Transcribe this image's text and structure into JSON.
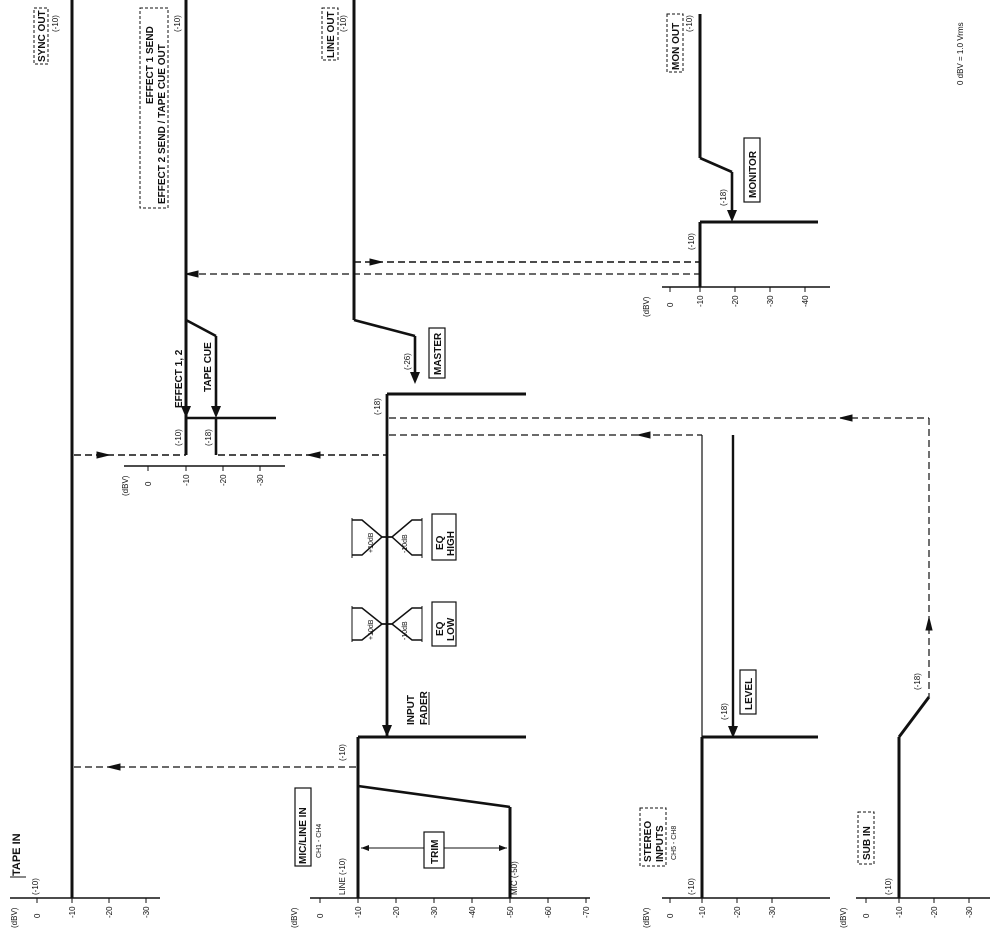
{
  "units_note": "0 dBV = 1.0 Vrms",
  "axis_unit": "(dBV)",
  "scales": {
    "tape_in": [
      "0",
      "-10",
      "-20",
      "-30"
    ],
    "mic_line": [
      "0",
      "-10",
      "-20",
      "-30",
      "-40",
      "-50",
      "-60",
      "-70"
    ],
    "effect": [
      "0",
      "-10",
      "-20",
      "-30"
    ],
    "monitor": [
      "0",
      "-10",
      "-20",
      "-30",
      "-40"
    ],
    "stereo": [
      "0",
      "-10",
      "-20",
      "-30"
    ],
    "sub": [
      "0",
      "-10",
      "-20",
      "-30"
    ]
  },
  "inputs": {
    "tape_in": "TAPE IN",
    "mic_line_in": "MIC/LINE IN",
    "mic_line_channels": "CH1 - CH4",
    "stereo_inputs_1": "STEREO",
    "stereo_inputs_2": "INPUTS",
    "stereo_channels": "CH5 - CH8",
    "sub_in": "SUB IN"
  },
  "outputs": {
    "sync_out": "SYNC OUT",
    "effect_send_1": "EFFECT 1 SEND",
    "effect_send_2": "EFFECT 2 SEND / TAPE CUE OUT",
    "line_out": "LINE OUT",
    "mon_out": "MON OUT"
  },
  "controls": {
    "trim": "TRIM",
    "input_fader_1": "INPUT",
    "input_fader_2": "FADER",
    "eq_low_1": "EQ",
    "eq_low_2": "LOW",
    "eq_high_1": "EQ",
    "eq_high_2": "HIGH",
    "eq_plus": "+10dB",
    "eq_minus": "-10dB",
    "master": "MASTER",
    "effect": "EFFECT 1, 2",
    "tape_cue": "TAPE CUE",
    "monitor": "MONITOR",
    "level": "LEVEL"
  },
  "level_labels": {
    "minus10": "(-10)",
    "minus18": "(-18)",
    "minus26": "(-26)",
    "minus50": "(-50)",
    "line": "LINE",
    "mic": "MIC",
    "line_minus10": "LINE (-10)",
    "mic_minus50": "MIC (-50)"
  }
}
